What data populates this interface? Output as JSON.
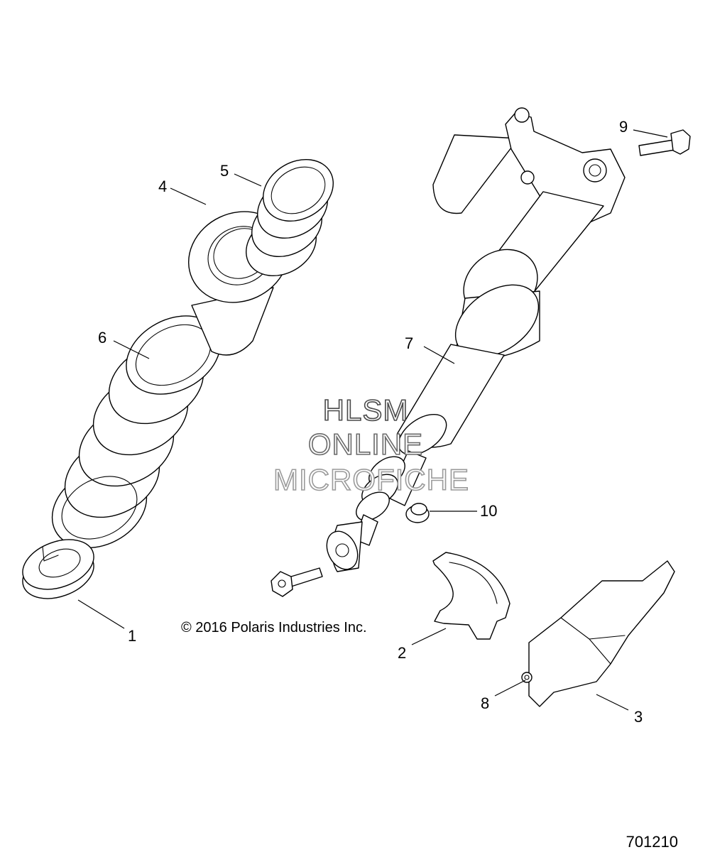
{
  "callouts": [
    {
      "id": "1",
      "label": "1"
    },
    {
      "id": "2",
      "label": "2"
    },
    {
      "id": "3",
      "label": "3"
    },
    {
      "id": "4",
      "label": "4"
    },
    {
      "id": "5",
      "label": "5"
    },
    {
      "id": "6",
      "label": "6"
    },
    {
      "id": "7",
      "label": "7"
    },
    {
      "id": "8",
      "label": "8"
    },
    {
      "id": "9",
      "label": "9"
    },
    {
      "id": "10",
      "label": "10"
    }
  ],
  "copyright": "© 2016 Polaris Industries Inc.",
  "figure_number": "701210",
  "watermark": {
    "line1": "HLSM",
    "line2": "ONLINE",
    "line3": "MICROFICHE"
  }
}
